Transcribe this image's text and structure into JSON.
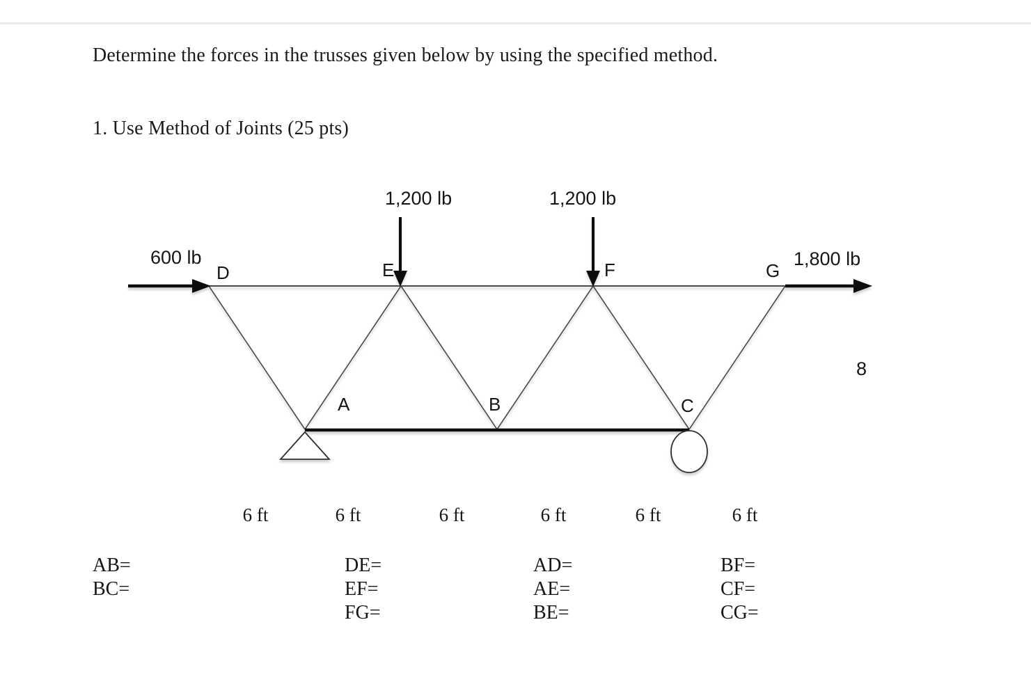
{
  "document": {
    "title": "Determine the forces in the trusses given below by using the specified method.",
    "section_heading": "1. Use Method of Joints (25 pts)"
  },
  "diagram": {
    "loads": {
      "load_d": "600 lb",
      "load_e": "1,200 lb",
      "load_f": "1,200 lb",
      "load_g": "1,800 lb"
    },
    "nodes": {
      "a": "A",
      "b": "B",
      "c": "C",
      "d": "D",
      "e": "E",
      "f": "F",
      "g": "G"
    },
    "height_label": "8",
    "dimension_labels": [
      "6 ft",
      "6 ft",
      "6 ft",
      "6 ft",
      "6 ft",
      "6 ft"
    ]
  },
  "answer_blanks": {
    "col1": [
      "AB=",
      "BC="
    ],
    "col2": [
      "DE=",
      "EF=",
      "FG="
    ],
    "col3": [
      "AD=",
      "AE=",
      "BE="
    ],
    "col4": [
      "BF=",
      "CF=",
      "CG="
    ]
  },
  "colors": {
    "text": "#1a1a1a",
    "thin_line": "#4a4a4a",
    "thick_line": "#0d0d0d",
    "separator": "#ebebeb"
  }
}
